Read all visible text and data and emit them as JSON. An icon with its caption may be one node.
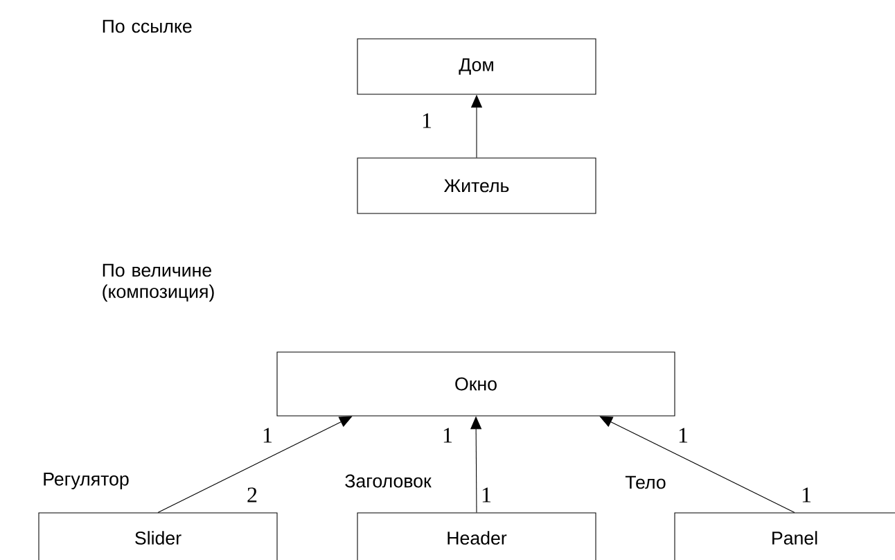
{
  "diagram": {
    "nodes": [
      {
        "text": [
          "Дом"
        ]
      },
      {
        "text": [
          "Житель"
        ]
      },
      {
        "text": [
          "Окно"
        ]
      },
      {
        "text": [
          "Slider"
        ]
      },
      {
        "text": [
          "Header"
        ]
      },
      {
        "text": [
          "Panel"
        ]
      }
    ],
    "edges": [
      {
        "from": 1,
        "to": 0,
        "arrow": "to"
      },
      {
        "from": 3,
        "to": 2,
        "arrow": "to",
        "label": "Регулятор"
      },
      {
        "from": 4,
        "to": 2,
        "arrow": "to",
        "label": "Заголовок"
      },
      {
        "from": 5,
        "to": 2,
        "arrow": "to",
        "label": "Тело"
      }
    ],
    "labels": [
      "По ссылке",
      "1",
      "По величине (композиция)",
      "1",
      "1",
      "1",
      "2",
      "1",
      "1"
    ]
  }
}
